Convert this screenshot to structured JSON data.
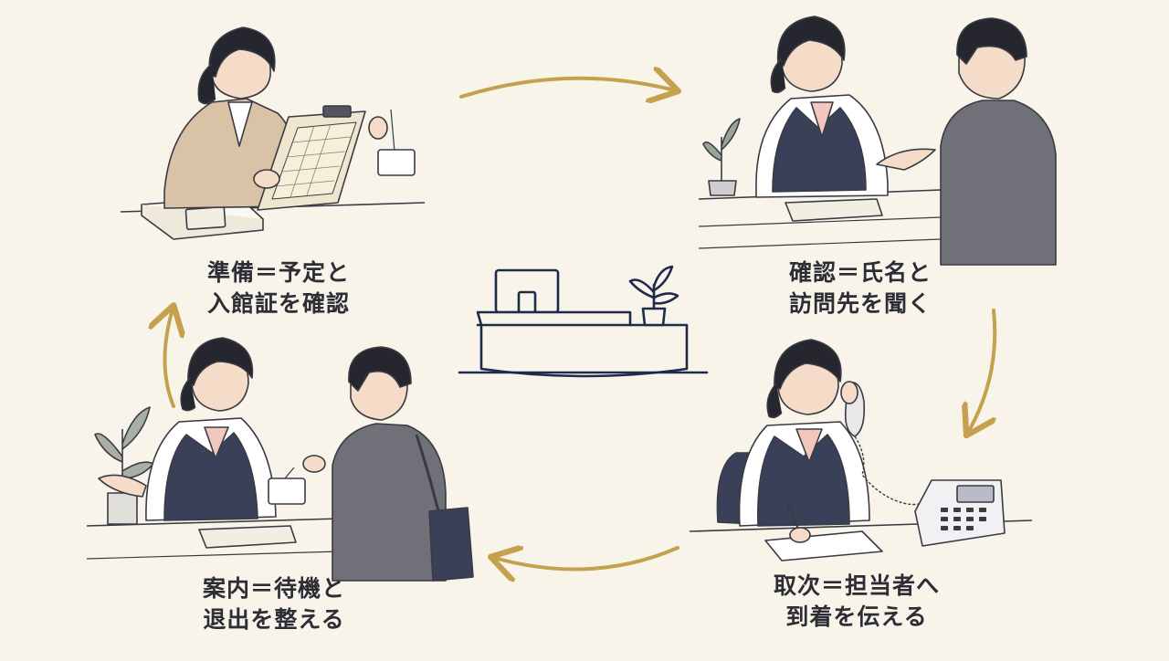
{
  "steps": [
    {
      "id": "prepare",
      "line1": "準備＝予定と",
      "line2": "入館証を確認"
    },
    {
      "id": "confirm",
      "line1": "確認＝氏名と",
      "line2": "訪問先を聞く"
    },
    {
      "id": "relay",
      "line1": "取次＝担当者へ",
      "line2": "到着を伝える"
    },
    {
      "id": "guide",
      "line1": "案内＝待機と",
      "line2": "退出を整える"
    }
  ],
  "colors": {
    "background": "#f8f4ea",
    "arrow": "#c5a14f",
    "navy": "#1f2a4a",
    "vest": "#3a4058",
    "visitor_suit": "#6f7078",
    "blazer": "#d8c3a6",
    "skin": "#f4dcc8",
    "line": "#3a3a44"
  },
  "icons": [
    "reception-desk-icon",
    "potted-plant-icon",
    "telephone-icon",
    "clipboard-icon",
    "badge-icon",
    "cycle-arrow-icon"
  ]
}
